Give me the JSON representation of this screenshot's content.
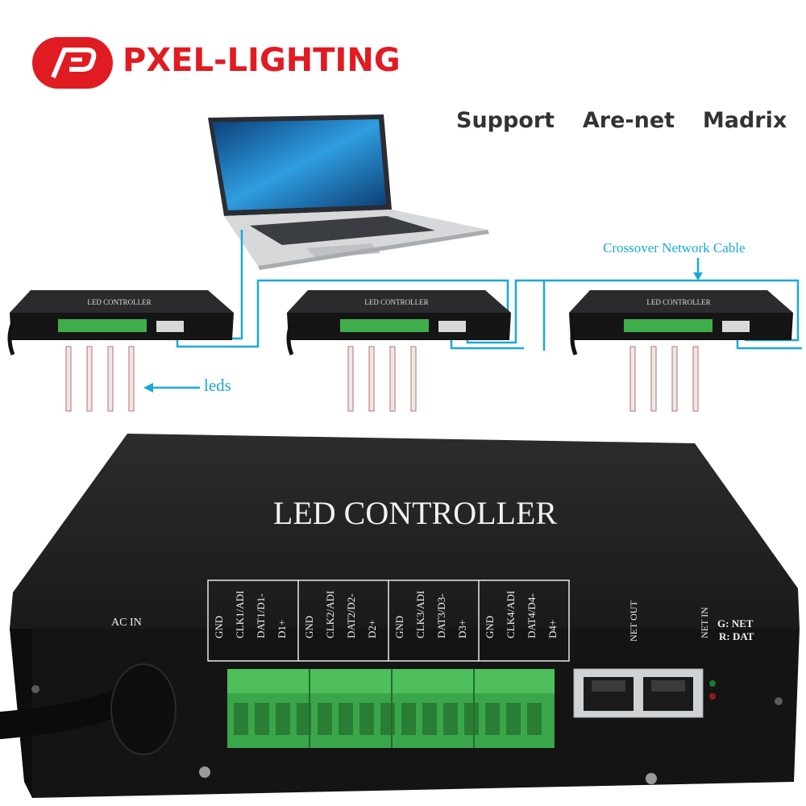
{
  "brand": {
    "name": "PXEL-LIGHTING",
    "color": "#e11b22",
    "logo_icon": "pxel-logo-icon"
  },
  "headline": "Support  Are-net  Madrix",
  "diagram": {
    "network_label": "Crossover Network Cable",
    "leds_label": "leds",
    "cable_color": "#1aa8d9",
    "controllers": [
      {
        "title": "LED CONTROLLER"
      },
      {
        "title": "LED CONTROLLER"
      },
      {
        "title": "LED CONTROLLER"
      }
    ]
  },
  "device": {
    "title": "LED CONTROLLER",
    "ac_in": "AC IN",
    "ports": [
      {
        "group": 1,
        "labels": [
          "GND",
          "CLK1/ADI",
          "DAT1/D1-",
          "D1+"
        ]
      },
      {
        "group": 2,
        "labels": [
          "GND",
          "CLK2/ADI",
          "DAT2/D2-",
          "D2+"
        ]
      },
      {
        "group": 3,
        "labels": [
          "GND",
          "CLK3/ADI",
          "DAT3/D3-",
          "D3+"
        ]
      },
      {
        "group": 4,
        "labels": [
          "GND",
          "CLK4/ADI",
          "DAT4/D4-",
          "D4+"
        ]
      }
    ],
    "net_out": "NET OUT",
    "net_in": "NET IN",
    "led_legend_g": "G: NET",
    "led_legend_r": "R: DAT"
  }
}
